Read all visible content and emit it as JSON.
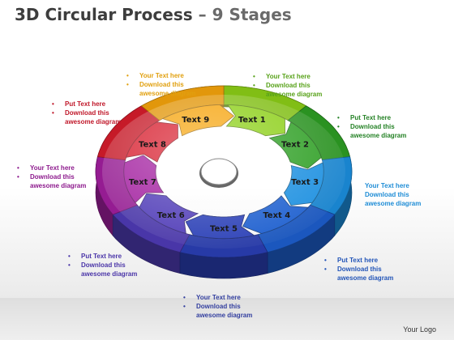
{
  "title": {
    "main": "3D Circular Process",
    "dash": " – ",
    "sub": "9 Stages"
  },
  "logo": "Your Logo",
  "stages": [
    {
      "label": "Text 1",
      "color": "#8ccf17"
    },
    {
      "label": "Text 2",
      "color": "#2e9f24"
    },
    {
      "label": "Text 3",
      "color": "#1b8fe0"
    },
    {
      "label": "Text 4",
      "color": "#1d5fcf"
    },
    {
      "label": "Text 5",
      "color": "#2a3fb6"
    },
    {
      "label": "Text 6",
      "color": "#4f3bb7"
    },
    {
      "label": "Text 7",
      "color": "#a21e9f"
    },
    {
      "label": "Text 8",
      "color": "#d71c2c"
    },
    {
      "label": "Text 9",
      "color": "#f6a40c"
    }
  ],
  "notes": [
    {
      "line1": "Your Text here",
      "line2": "Download this",
      "line3": "awesome diagram",
      "color": "#e1a00f"
    },
    {
      "line1": "Your Text here",
      "line2": "Download this",
      "line3": "awesome diagram",
      "color": "#58a21a"
    },
    {
      "line1": "Put Text here",
      "line2": "Download this",
      "line3": "awesome diagram",
      "color": "#258226"
    },
    {
      "line1": "Your Text here",
      "line2": "Download this",
      "line3": "awesome diagram",
      "color": "#1f8dd6"
    },
    {
      "line1": "Put Text here",
      "line2": "Download this",
      "line3": "awesome diagram",
      "color": "#2355b8"
    },
    {
      "line1": "Your Text here",
      "line2": "Download this",
      "line3": "awesome diagram",
      "color": "#333f9f"
    },
    {
      "line1": "Put Text here",
      "line2": "Download this",
      "line3": "awesome diagram",
      "color": "#4a35a8"
    },
    {
      "line1": "Your Text here",
      "line2": "Download this",
      "line3": "awesome diagram",
      "color": "#8d1a8d"
    },
    {
      "line1": "Put Text here",
      "line2": "Download this",
      "line3": "awesome diagram",
      "color": "#c0182a"
    }
  ]
}
